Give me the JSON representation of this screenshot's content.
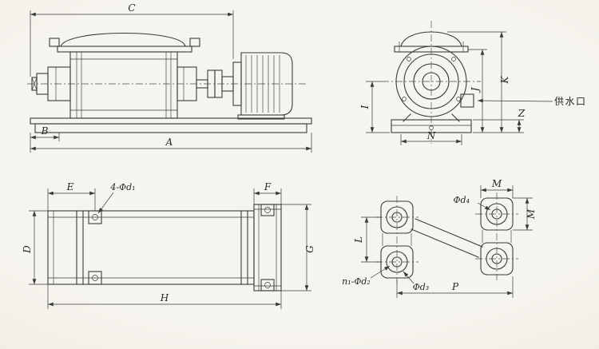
{
  "colors": {
    "paper": "#f6f4ee",
    "ink": "#3a3a3a"
  },
  "side_view": {
    "dim_c": "C",
    "dim_a": "A",
    "dim_b": "B"
  },
  "end_view": {
    "dim_i": "I",
    "dim_j": "J",
    "dim_k": "K",
    "dim_z": "Z",
    "dim_n": "N",
    "water_inlet": "供水口"
  },
  "base_plan": {
    "dim_e": "E",
    "dim_f": "F",
    "dim_d": "D",
    "dim_g": "G",
    "dim_h": "H",
    "holes_note": "4-Φd₁"
  },
  "foundation_plan": {
    "dim_m_top": "M",
    "dim_m_right": "M",
    "dim_l": "L",
    "dim_p": "P",
    "note_d4": "Φd₄",
    "note_d2": "n₁-Φd₂",
    "note_d3": "Φd₃"
  }
}
